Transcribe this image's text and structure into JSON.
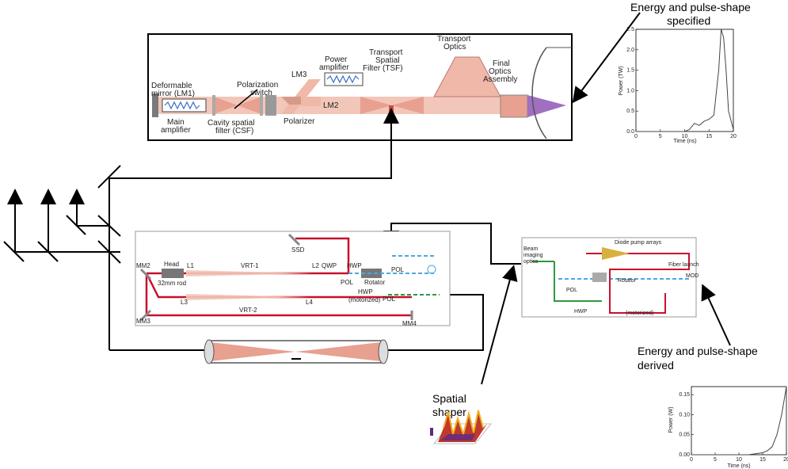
{
  "annotations": {
    "energy_specified": "Energy and pulse-shape specified",
    "energy_specified_line1": "Energy and pulse-shape",
    "energy_specified_line2": "specified",
    "energy_derived_line1": "Energy and pulse-shape",
    "energy_derived_line2": "derived",
    "spatial_shaper_line1": "Spatial",
    "spatial_shaper_line2": "shaper"
  },
  "main_laser": {
    "deformable_mirror_1": "Deformable",
    "deformable_mirror_2": "mirror (LM1)",
    "main_amplifier_1": "Main",
    "main_amplifier_2": "amplifier",
    "cavity_filter_1": "Cavity spatial",
    "cavity_filter_2": "filter (CSF)",
    "polarization_switch_1": "Polarization",
    "polarization_switch_2": "switch",
    "lm3": "LM3",
    "lm2": "LM2",
    "polarizer": "Polarizer",
    "power_amplifier_1": "Power",
    "power_amplifier_2": "amplifier",
    "tsf_1": "Transport",
    "tsf_2": "Spatial",
    "tsf_3": "Filter (TSF)",
    "transport_optics_1": "Transport",
    "transport_optics_2": "Optics",
    "final_optics_1": "Final",
    "final_optics_2": "Optics",
    "final_optics_3": "Assembly"
  },
  "regen_amp": {
    "ssd": "SSD",
    "mm2": "MM2",
    "mm3": "MM3",
    "mm4": "MM4",
    "head": "Head",
    "rod": "32mm rod",
    "l1": "L1",
    "l2": "L2",
    "l3": "L3",
    "l4": "L4",
    "vrt1": "VRT-1",
    "vrt2": "VRT-2",
    "qwp": "QWP",
    "hwp": "HWP",
    "pol": "POL",
    "rotator": "Rotator",
    "hwp_motorized_1": "HWP",
    "hwp_motorized_2": "(motorized)"
  },
  "right_diagram": {
    "beam_imaging_1": "Beam",
    "beam_imaging_2": "imaging",
    "beam_imaging_3": "optics",
    "diode_pump": "Diode pump arrays",
    "pol": "POL",
    "rotator": "Rotator",
    "hwp": "HWP",
    "fiber_launch": "Fiber launch",
    "mod": "MOD",
    "hwp_motorized": "(motorized)"
  },
  "chart_data": [
    {
      "type": "line",
      "title": "",
      "xlabel": "Time (ns)",
      "ylabel": "Power (TW)",
      "xlim": [
        0,
        20
      ],
      "ylim": [
        0,
        2.5
      ],
      "xticks": [
        "0",
        "5",
        "10",
        "15",
        "20"
      ],
      "yticks": [
        "0.0",
        "0.5",
        "1.0",
        "1.5",
        "2.0",
        "2.5"
      ],
      "x": [
        0,
        10,
        11,
        12,
        13,
        14,
        15,
        16,
        17,
        17.5,
        18,
        18.5,
        19,
        20
      ],
      "y": [
        0,
        0,
        0.05,
        0.2,
        0.15,
        0.25,
        0.3,
        0.4,
        1.5,
        2.5,
        2.3,
        1.5,
        0.5,
        0.05
      ]
    },
    {
      "type": "line",
      "title": "",
      "xlabel": "Time (ns)",
      "ylabel": "Power (W)",
      "xlim": [
        0,
        20
      ],
      "ylim": [
        0,
        0.17
      ],
      "xticks": [
        "0",
        "5",
        "10",
        "15",
        "20"
      ],
      "yticks": [
        "0.00",
        "0.05",
        "0.10",
        "0.15"
      ],
      "x": [
        0,
        12,
        15,
        16,
        17,
        18,
        19,
        20
      ],
      "y": [
        0,
        0,
        0.005,
        0.01,
        0.02,
        0.05,
        0.1,
        0.17
      ]
    }
  ],
  "colors": {
    "beam": "#e8a090",
    "beam_dark": "#c8503c",
    "red_path": "#c8102e",
    "green_path": "#2e9a3e",
    "blue_path": "#4aa8e0",
    "purple": "#a070c0"
  }
}
